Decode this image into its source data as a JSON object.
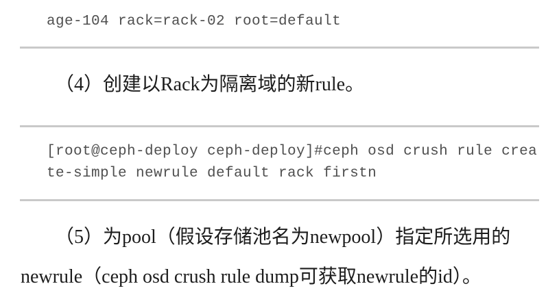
{
  "page": {
    "type": "book-page",
    "language": "zh-CN",
    "colors": {
      "background": "#ffffff",
      "body_text": "#1c1c1c",
      "code_text": "#4f4f4f",
      "divider": "#c9c9c9"
    }
  },
  "content": {
    "code_top": {
      "lines": [
        "age-104 rack=rack-02 root=default"
      ]
    },
    "step4": {
      "text": "（4）创建以Rack为隔离域的新rule。"
    },
    "code_block": {
      "lines": [
        "[root@ceph-deploy ceph-deploy]#ceph osd crush rule crea",
        "te-simple newrule default rack firstn"
      ]
    },
    "step5": {
      "lines": [
        "（5）为pool（假设存储池名为newpool）指定所选用的",
        "newrule（ceph osd crush rule dump可获取newrule的id）。"
      ]
    }
  }
}
